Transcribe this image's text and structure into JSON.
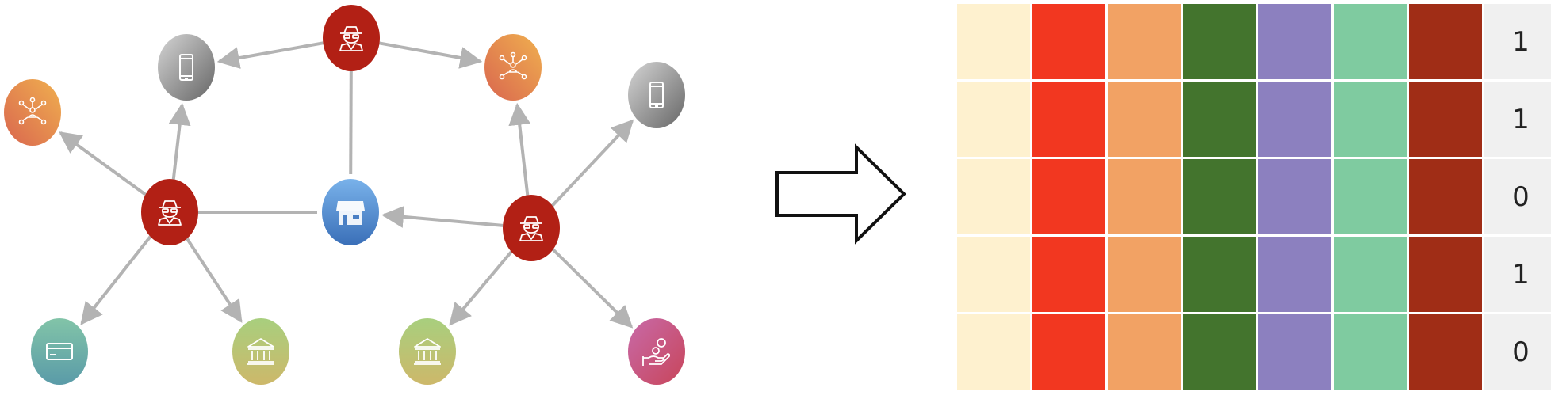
{
  "colors": {
    "edge": "#b3b3b3",
    "fraud": "#b22015",
    "phone": [
      "#d5d5d5",
      "#666666"
    ],
    "network": [
      "#f0b04f",
      "#d9664f"
    ],
    "merchant": [
      "#79b2ea",
      "#3a6fb8"
    ],
    "card": [
      "#82c4a8",
      "#5a9ba8"
    ],
    "bank": [
      "#a8cf7e",
      "#cdb86a"
    ],
    "payment": [
      "#c86aa8",
      "#c8455a"
    ],
    "feature_columns": [
      "#fef1cf",
      "#f23720",
      "#f2a264",
      "#43742d",
      "#8c80bf",
      "#7fcba0",
      "#a02d16"
    ],
    "label_bg": "#f0f0f0"
  },
  "nodes": [
    {
      "id": "fraud_top",
      "type": "fraud",
      "icon": "spy-icon"
    },
    {
      "id": "phone_left",
      "type": "phone",
      "icon": "smartphone-icon"
    },
    {
      "id": "network_top",
      "type": "network",
      "icon": "network-icon"
    },
    {
      "id": "network_left",
      "type": "network",
      "icon": "network-icon"
    },
    {
      "id": "phone_right",
      "type": "phone",
      "icon": "smartphone-icon"
    },
    {
      "id": "fraud_left",
      "type": "fraud",
      "icon": "spy-icon"
    },
    {
      "id": "merchant",
      "type": "merchant",
      "icon": "store-icon"
    },
    {
      "id": "fraud_right",
      "type": "fraud",
      "icon": "spy-icon"
    },
    {
      "id": "card",
      "type": "card",
      "icon": "credit-card-icon"
    },
    {
      "id": "bank_left",
      "type": "bank",
      "icon": "bank-icon"
    },
    {
      "id": "bank_right",
      "type": "bank",
      "icon": "bank-icon"
    },
    {
      "id": "payment",
      "type": "payment",
      "icon": "hand-coin-icon"
    }
  ],
  "edges": [
    {
      "from": "fraud_top",
      "to": "phone_left",
      "directed": true
    },
    {
      "from": "fraud_top",
      "to": "network_top",
      "directed": true
    },
    {
      "from": "fraud_top",
      "to": "merchant",
      "directed": false
    },
    {
      "from": "fraud_left",
      "to": "network_left",
      "directed": true
    },
    {
      "from": "fraud_left",
      "to": "phone_left",
      "directed": true
    },
    {
      "from": "fraud_left",
      "to": "merchant",
      "directed": false
    },
    {
      "from": "fraud_left",
      "to": "card",
      "directed": true
    },
    {
      "from": "fraud_left",
      "to": "bank_left",
      "directed": true
    },
    {
      "from": "fraud_right",
      "to": "merchant",
      "directed": true
    },
    {
      "from": "fraud_right",
      "to": "network_top",
      "directed": true
    },
    {
      "from": "fraud_right",
      "to": "phone_right",
      "directed": true
    },
    {
      "from": "fraud_right",
      "to": "bank_right",
      "directed": true
    },
    {
      "from": "fraud_right",
      "to": "payment",
      "directed": true
    }
  ],
  "matrix": {
    "rows": 5,
    "labels": [
      "1",
      "1",
      "0",
      "1",
      "0"
    ]
  }
}
